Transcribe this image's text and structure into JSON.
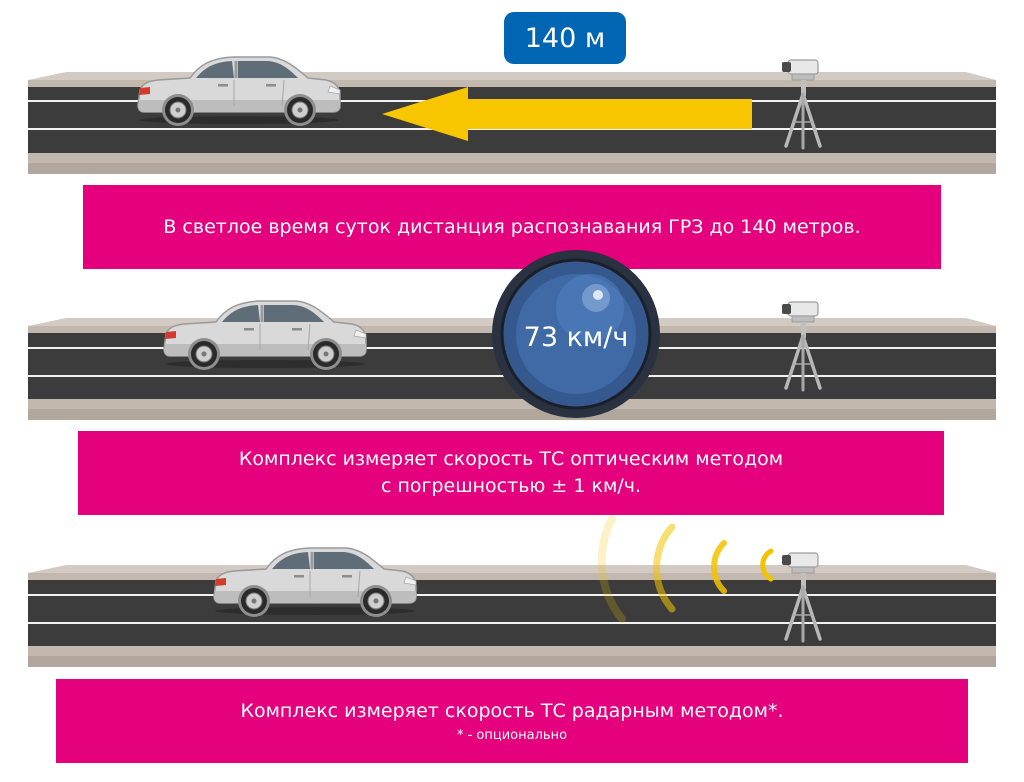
{
  "scene1": {
    "distance_label": "140 м",
    "caption": "В светлое время суток дистанция распознавания ГРЗ до 140 метров."
  },
  "scene2": {
    "speed_label": "73 км/ч",
    "caption_line1": "Комплекс измеряет скорость ТС оптическим методом",
    "caption_line2": "с погрешностью ± 1 км/ч."
  },
  "scene3": {
    "caption_line1": "Комплекс измеряет скорость ТС радарным методом*.",
    "caption_note": "* - опционально"
  },
  "colors": {
    "caption_bg": "#e5007d",
    "badge_bg": "#0066b3",
    "arrow": "#f7c600",
    "road_asphalt": "#3c3c3c",
    "road_curb": "#c2b8ae",
    "radar_wave": "#f2c200"
  },
  "icons": [
    "car-icon",
    "speed-camera-icon",
    "direction-arrow-icon",
    "camera-lens-icon",
    "radar-wave-icon"
  ]
}
